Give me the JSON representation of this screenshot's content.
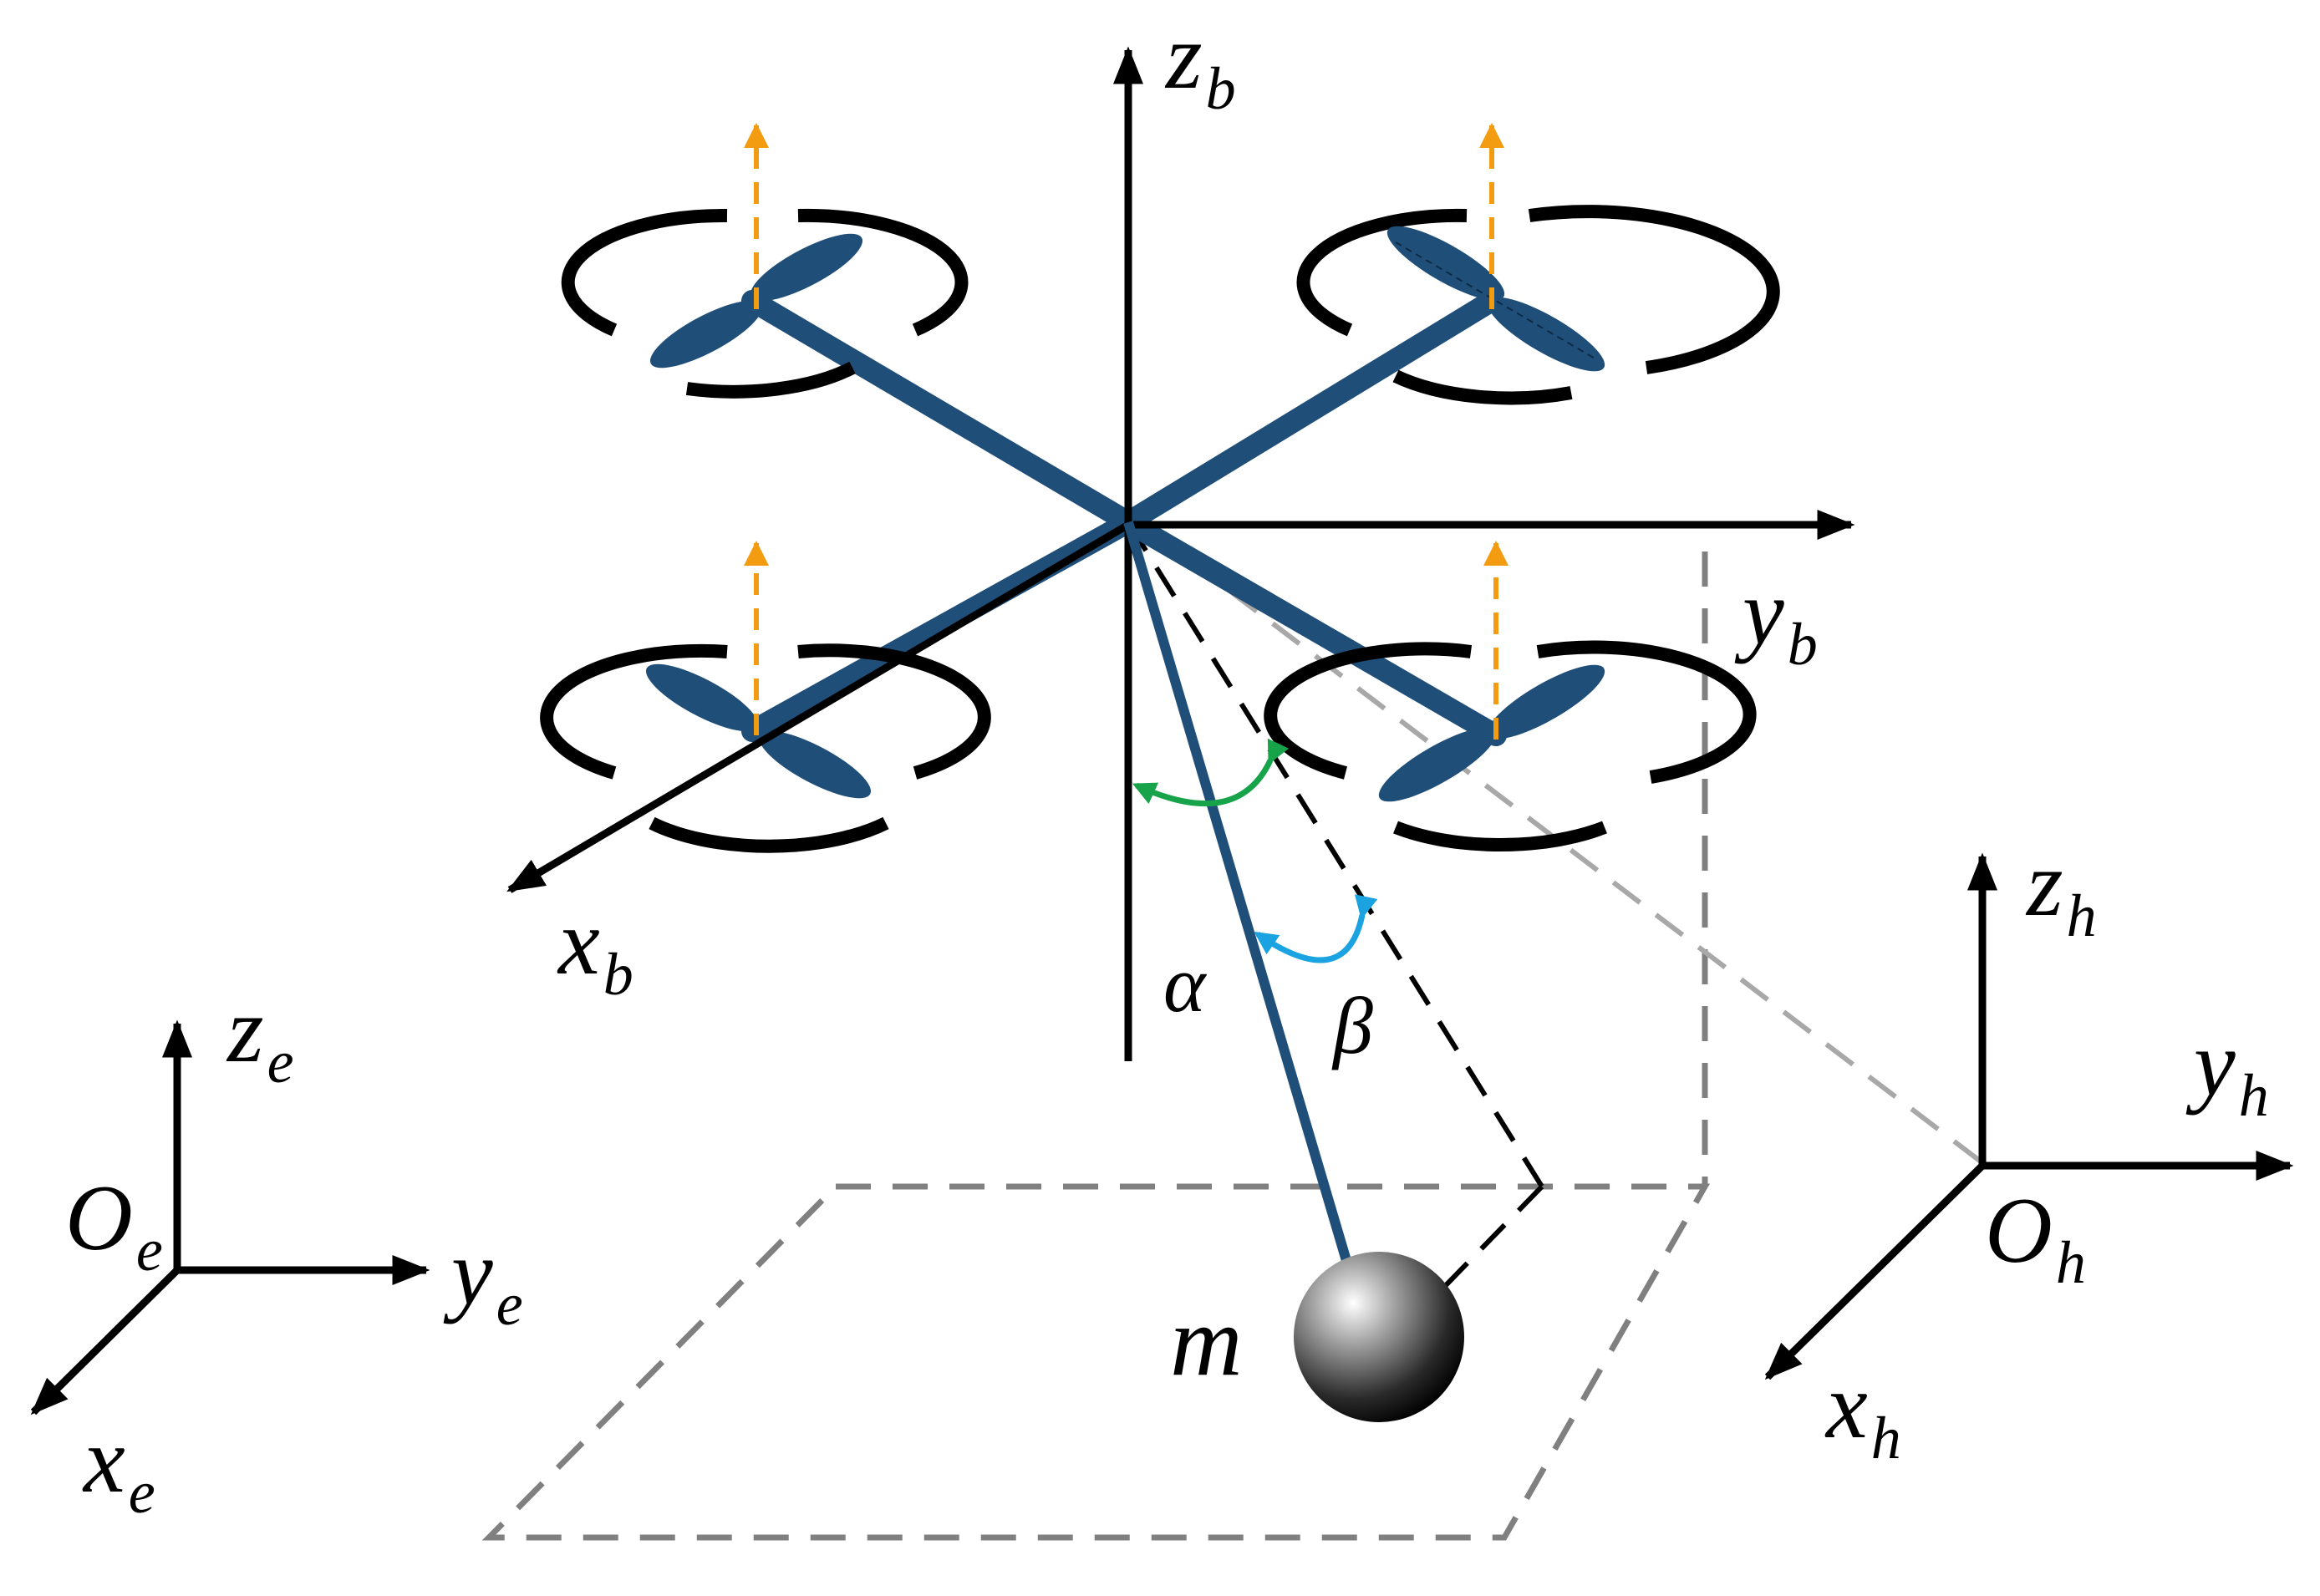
{
  "labels": {
    "zb": {
      "main": "z",
      "sub": "b"
    },
    "yb": {
      "main": "y",
      "sub": "b"
    },
    "xb": {
      "main": "x",
      "sub": "b"
    },
    "ze": {
      "main": "z",
      "sub": "e"
    },
    "ye": {
      "main": "y",
      "sub": "e"
    },
    "xe": {
      "main": "x",
      "sub": "e"
    },
    "oe": {
      "main": "O",
      "sub": "e"
    },
    "zh": {
      "main": "z",
      "sub": "h"
    },
    "yh": {
      "main": "y",
      "sub": "h"
    },
    "xh": {
      "main": "x",
      "sub": "h"
    },
    "oh": {
      "main": "O",
      "sub": "h"
    },
    "alpha": "α",
    "beta": "β",
    "mass": "m"
  },
  "colors": {
    "frame": "#1f4e79",
    "axis": "#000000",
    "thrust": "#f39c12",
    "alpha_arc": "#17a34a",
    "beta_arc": "#1aa3e0",
    "dashed_gray": "#808080",
    "dashed_light": "#a8a8a8"
  }
}
